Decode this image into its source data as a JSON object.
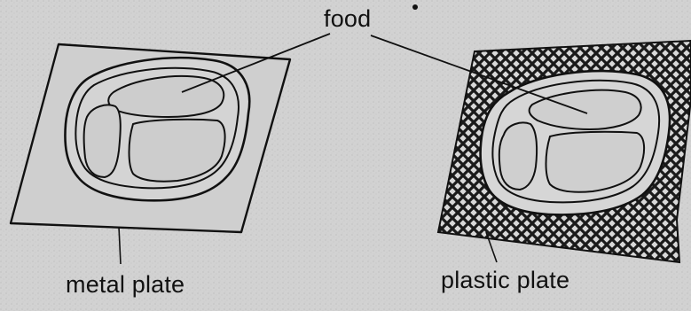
{
  "labels": {
    "food": "food",
    "metal_plate": "metal plate",
    "plastic_plate": "plastic plate"
  },
  "colors": {
    "background": "#d6d6d6",
    "plate_fill": "#c9c9c9",
    "ink": "#111111",
    "hatch_dark": "#1a1a1a"
  }
}
